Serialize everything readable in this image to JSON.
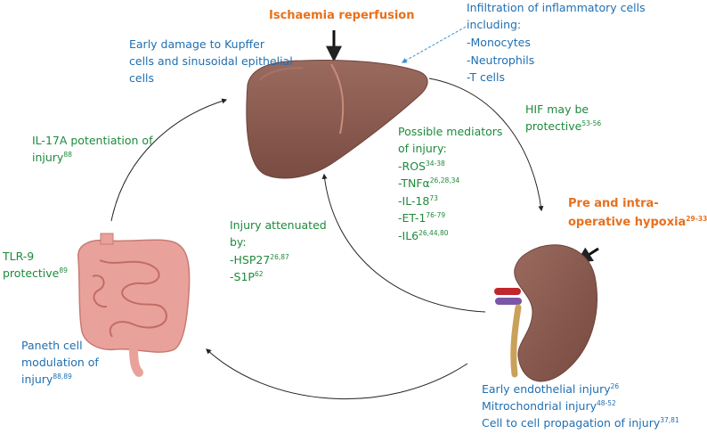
{
  "trigger": {
    "title": "Ischaemia reperfusion"
  },
  "liver_damage": {
    "line1": "Early damage to Kupffer",
    "line2": "cells and sinusoidal epithelial",
    "line3": "cells"
  },
  "infiltration": {
    "line1": "Infiltration of inflammatory cells",
    "line2": "including:",
    "items": [
      "-Monocytes",
      "-Neutrophils",
      "-T cells"
    ]
  },
  "hif": {
    "line1": "HIF may be",
    "line2": "protective",
    "ref": "53-56"
  },
  "mediators": {
    "line1": "Possible mediators",
    "line2": "of injury:",
    "items": [
      {
        "label": "-ROS",
        "ref": "34-38"
      },
      {
        "label": "-TNFα",
        "ref": "26,28,34"
      },
      {
        "label": "-IL-18",
        "ref": "73"
      },
      {
        "label": "-ET-1",
        "ref": "76-79"
      },
      {
        "label": "-IL6",
        "ref": "26,44,80"
      }
    ]
  },
  "il17": {
    "line1": "IL-17A potentiation of",
    "line2": "injury",
    "ref": "88"
  },
  "attenuated": {
    "line1": "Injury attenuated",
    "line2": "by:",
    "items": [
      {
        "label": "-HSP27",
        "ref": "26,87"
      },
      {
        "label": "-S1P",
        "ref": "62"
      }
    ]
  },
  "hypoxia": {
    "line1": "Pre and intra-",
    "line2": "operative hypoxia",
    "ref": "29-33"
  },
  "tlr9": {
    "line1": "TLR-9",
    "line2": "protective",
    "ref": "89"
  },
  "paneth": {
    "line1": "Paneth cell",
    "line2": "modulation of",
    "line3": "injury",
    "ref": "88,89"
  },
  "kidney_injury": {
    "items": [
      {
        "label": "Early endothelial injury",
        "ref": "26"
      },
      {
        "label": "Mitrochondrial injury",
        "ref": "48-52"
      },
      {
        "label": "Cell to cell propagation of injury",
        "ref": "37,81"
      }
    ]
  },
  "colors": {
    "blue_text": "#1f6fb2",
    "green_text": "#1e8a3c",
    "orange_text": "#e8701c",
    "organ": "#8a5a4e",
    "intestine": "#e9a29b"
  },
  "icons": [
    "liver-illustration",
    "kidney-illustration",
    "intestine-illustration"
  ]
}
